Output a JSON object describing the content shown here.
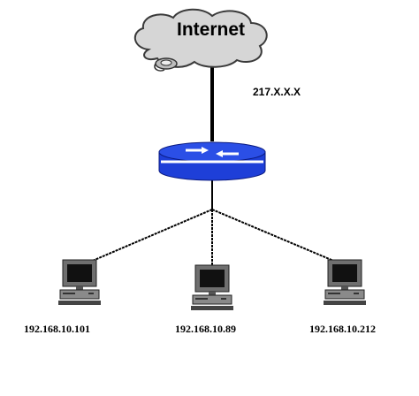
{
  "cloud": {
    "label": "Internet",
    "icon": "cloud-icon"
  },
  "uplink": {
    "label": "217.X.X.X"
  },
  "router": {
    "icon": "router-icon",
    "color": "#1e3fd8"
  },
  "hosts": [
    {
      "ip": "192.168.10.101",
      "icon": "computer-icon"
    },
    {
      "ip": "192.168.10.89",
      "icon": "computer-icon"
    },
    {
      "ip": "192.168.10.212",
      "icon": "computer-icon"
    }
  ],
  "colors": {
    "line": "#000000",
    "cloud_fill": "#d6d6d6",
    "router_band": "#ffffff"
  }
}
